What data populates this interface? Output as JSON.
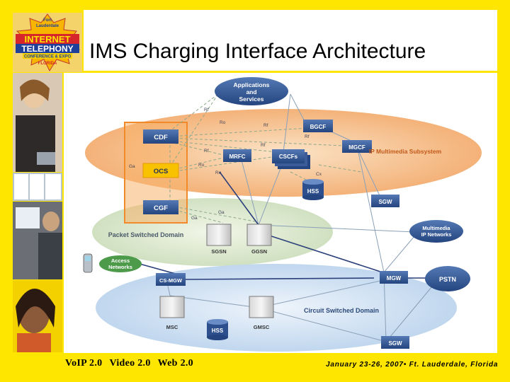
{
  "title": "IMS Charging Interface Architecture",
  "logo": {
    "line1": "Fort",
    "line2": "Lauderdale",
    "line3": "INTERNET",
    "line4": "TELEPHONY",
    "line5": "CONFERENCE & EXPO",
    "line6": "FLORIDA"
  },
  "footer": {
    "voip": "VoIP 2.0",
    "video": "Video 2.0",
    "web": "Web 2.0",
    "date": "January 23-26, 2007• Ft. Lauderdale, Florida"
  },
  "diagram": {
    "domains": {
      "ims": "IP Multimedia Subsystem",
      "ps": "Packet Switched Domain",
      "cs": "Circuit Switched Domain"
    },
    "nodes": {
      "apps_line1": "Applications",
      "apps_line2": "and",
      "apps_line3": "Services",
      "cdf": "CDF",
      "ocs": "OCS",
      "cgf": "CGF",
      "mrfc": "MRFC",
      "cscfs": "CSCFs",
      "bgcf": "BGCF",
      "mgcf": "MGCF",
      "hss_ims": "HSS",
      "sgw_ims": "SGW",
      "sgsn": "SGSN",
      "ggsn": "GGSN",
      "mm_line1": "Multimedia",
      "mm_line2": "IP Networks",
      "access_line1": "Access",
      "access_line2": "Networks",
      "csmgw": "CS-MGW",
      "mgw": "MGW",
      "pstn": "PSTN",
      "msc": "MSC",
      "hss_cs": "HSS",
      "gmsc": "GMSC",
      "sgw_cs": "SGW"
    },
    "interfaces": {
      "rf1": "Rf",
      "ro1": "Ro",
      "rf2": "Rf",
      "rf3": "Rf",
      "rf4": "Rf",
      "rf5": "Rf",
      "ro2": "Ro",
      "ro3": "Ro",
      "ga1": "Ga",
      "cx": "Cx",
      "ga2": "Ga",
      "ga3": "Ga"
    }
  }
}
